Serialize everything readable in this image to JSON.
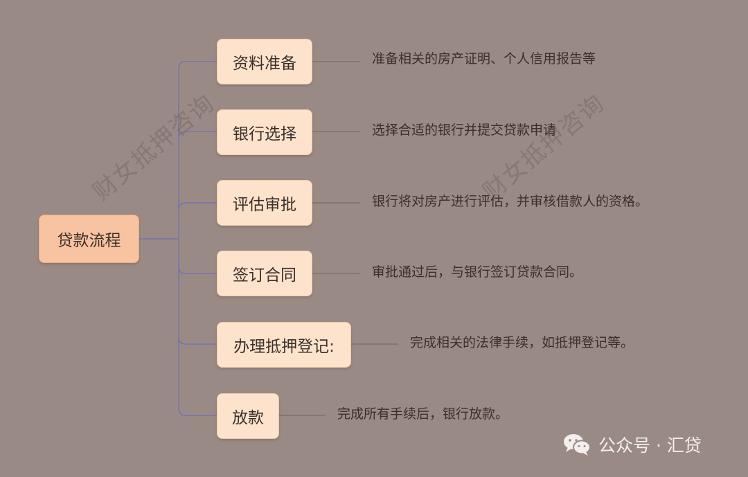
{
  "root": {
    "label": "贷款流程"
  },
  "steps": [
    {
      "label": "资料准备",
      "description": "准备相关的房产证明、个人信用报告等"
    },
    {
      "label": "银行选择",
      "description": "选择合适的银行并提交贷款申请"
    },
    {
      "label": "评估审批",
      "description": "银行将对房产进行评估，并审核借款人的资格。"
    },
    {
      "label": "签订合同",
      "description": "审批通过后，与银行签订贷款合同。"
    },
    {
      "label": "办理抵押登记:",
      "description": "完成相关的法律手续，如抵押登记等。"
    },
    {
      "label": "放款",
      "description": "完成所有手续后，银行放款。"
    }
  ],
  "watermarks": [
    "财女抵押咨询",
    "财女抵押咨询"
  ],
  "footer": {
    "icon": "wechat-icon",
    "text": "公众号 · 汇贷"
  },
  "colors": {
    "background": "#9a8a86",
    "root_fill": "#f7c3a0",
    "node_fill": "#fde3cc",
    "branch_line": "#6f6fb2",
    "leader_line": "#7a6a66"
  }
}
